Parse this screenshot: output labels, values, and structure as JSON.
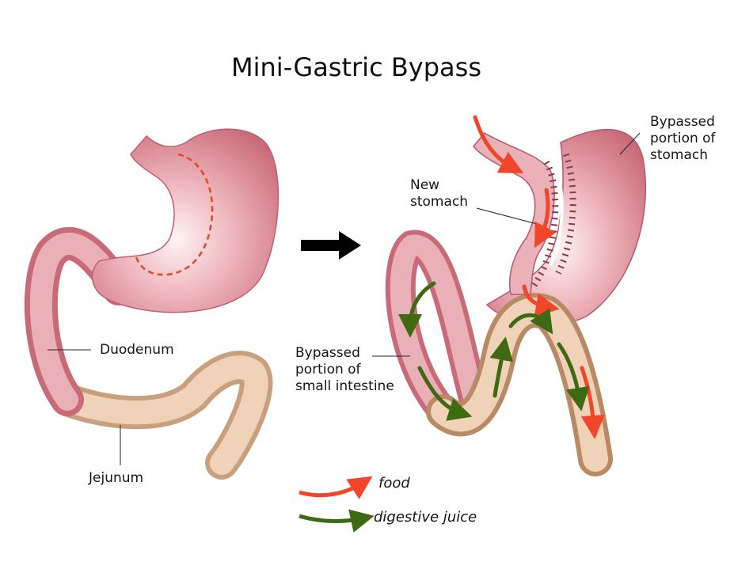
{
  "title": "Mini-Gastric Bypass",
  "labels": {
    "duodenum": "Duodenum",
    "jejunum": "Jejunum",
    "new_stomach": [
      "New",
      "stomach"
    ],
    "bypassed_stomach": [
      "Bypassed",
      "portion of",
      "stomach"
    ],
    "bypassed_intestine": [
      "Bypassed",
      "portion of",
      "small intestine"
    ]
  },
  "legend": [
    {
      "label": "food",
      "color": "#f2462a"
    },
    {
      "label": "digestive juice",
      "color": "#3e6b12"
    }
  ],
  "colors": {
    "stomach": "#d9838f",
    "intestine": "#e6c4a4",
    "arrow": "#000000"
  }
}
